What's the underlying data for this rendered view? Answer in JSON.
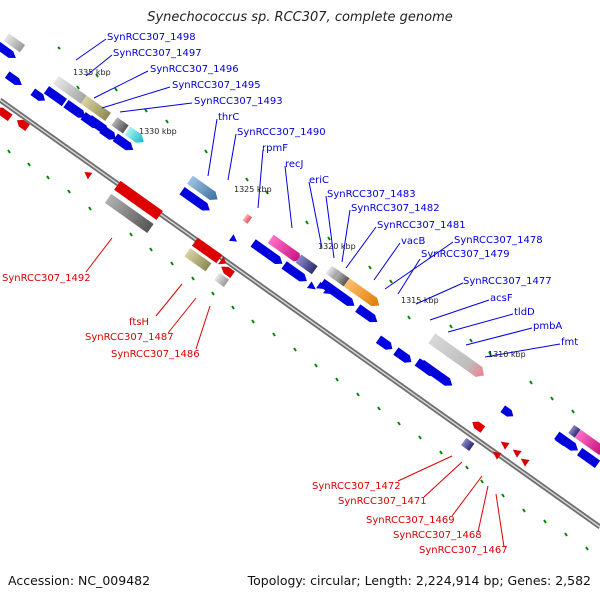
{
  "title": "Synechococcus sp. RCC307, complete genome",
  "footer": {
    "accession": "Accession: NC_009482",
    "summary": "Topology: circular; Length: 2,224,914 bp; Genes: 2,582"
  },
  "colors": {
    "forward": "#0000dd",
    "reverse": "#dd0000",
    "backbone": "#777777",
    "tick": "#008800"
  },
  "kbp_marks": [
    "1335 kbp",
    "1330 kbp",
    "1325 kbp",
    "1320 kbp",
    "1315 kbp",
    "1310 kbp"
  ],
  "forward_labels": [
    "SynRCC307_1498",
    "SynRCC307_1497",
    "SynRCC307_1496",
    "SynRCC307_1495",
    "SynRCC307_1493",
    "thrC",
    "SynRCC307_1490",
    "rpmF",
    "recJ",
    "eriC",
    "SynRCC307_1483",
    "SynRCC307_1482",
    "SynRCC307_1481",
    "vacB",
    "SynRCC307_1478",
    "SynRCC307_1479",
    "SynRCC307_1477",
    "acsF",
    "tldD",
    "pmbA",
    "fmt"
  ],
  "reverse_labels": [
    "SynRCC307_1492",
    "ftsH",
    "SynRCC307_1487",
    "SynRCC307_1486",
    "SynRCC307_1472",
    "SynRCC307_1471",
    "SynRCC307_1469",
    "SynRCC307_1468",
    "SynRCC307_1467"
  ]
}
